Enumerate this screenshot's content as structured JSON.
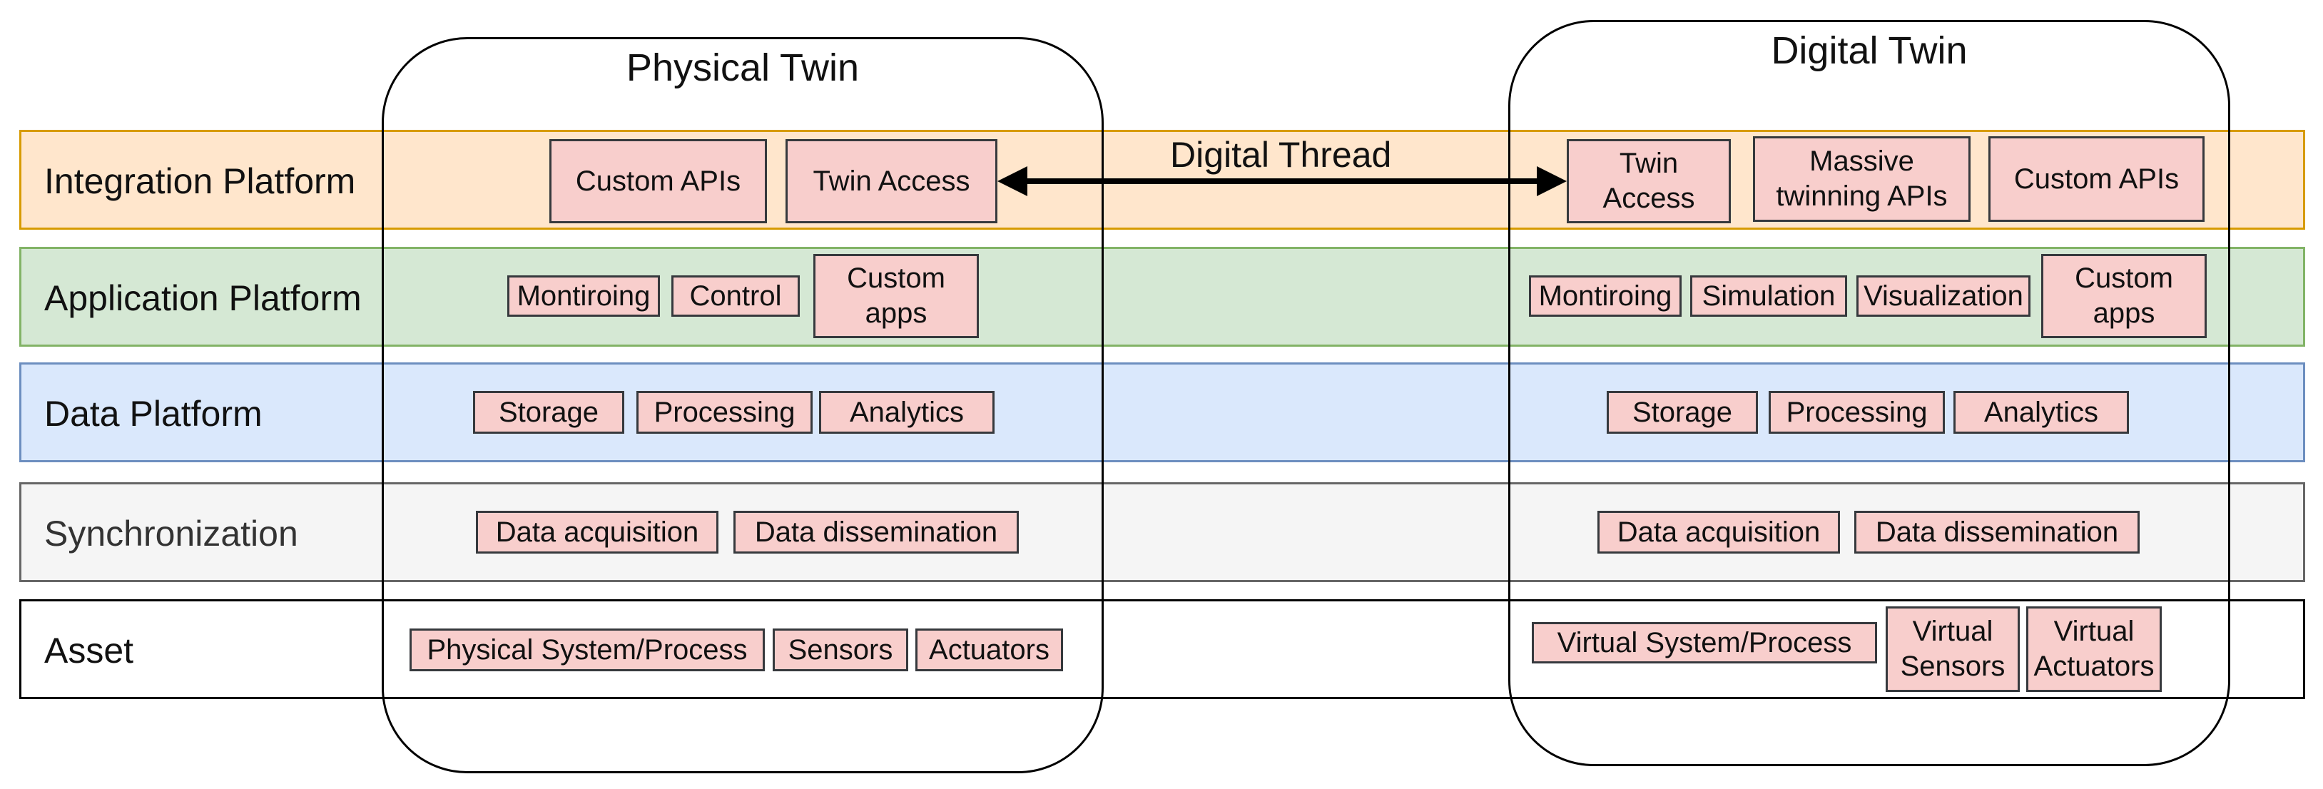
{
  "colors": {
    "integration_fill": "#ffe6cc",
    "integration_stroke": "#d79b00",
    "application_fill": "#d5e8d4",
    "application_stroke": "#82b366",
    "data_fill": "#dae8fc",
    "data_stroke": "#6c8ebf",
    "sync_fill": "#f5f5f5",
    "sync_stroke": "#666666",
    "asset_fill": "#ffffff",
    "asset_stroke": "#000000",
    "box_fill": "#f8cecc",
    "box_stroke": "#36393d"
  },
  "layers": {
    "integration": "Integration Platform",
    "application": "Application Platform",
    "data": "Data Platform",
    "synchronization": "Synchronization",
    "asset": "Asset"
  },
  "physical_twin": {
    "title": "Physical Twin",
    "integration": [
      "Custom APIs",
      "Twin Access"
    ],
    "application": [
      "Montiroing",
      "Control",
      "Custom\napps"
    ],
    "data": [
      "Storage",
      "Processing",
      "Analytics"
    ],
    "synchronization": [
      "Data acquisition",
      "Data dissemination"
    ],
    "asset": [
      "Physical System/Process",
      "Sensors",
      "Actuators"
    ]
  },
  "digital_twin": {
    "title": "Digital Twin",
    "integration": [
      "Twin\nAccess",
      "Massive\ntwinning APIs",
      "Custom APIs"
    ],
    "application": [
      "Montiroing",
      "Simulation",
      "Visualization",
      "Custom\napps"
    ],
    "data": [
      "Storage",
      "Processing",
      "Analytics"
    ],
    "synchronization": [
      "Data acquisition",
      "Data dissemination"
    ],
    "asset": [
      "Virtual System/Process",
      "Virtual\nSensors",
      "Virtual\nActuators"
    ]
  },
  "digital_thread": {
    "label": "Digital Thread"
  }
}
